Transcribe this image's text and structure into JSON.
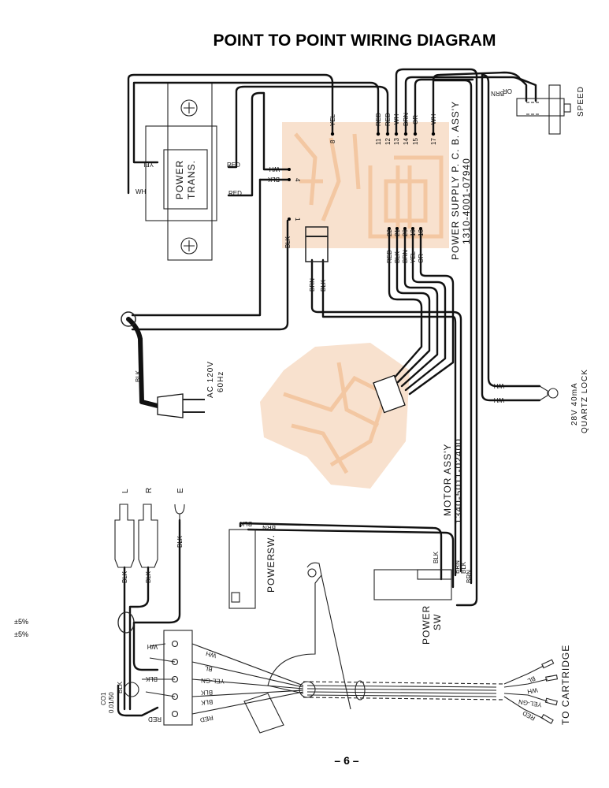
{
  "title": "POINT TO POINT WIRING DIAGRAM",
  "page_number": "– 6 –",
  "margin_notes": [
    "±5%",
    "±5%"
  ],
  "transformer": {
    "label1": "POWER",
    "label2": "TRANS.",
    "wires": [
      "YEL",
      "RED",
      "WH",
      "RED"
    ]
  },
  "pcb": {
    "name": "POWER SUPPLY  P. C. B.  ASS'Y",
    "part": "1310-4001-07940",
    "top_pins": [
      {
        "n": "8",
        "c": "YEL"
      },
      {
        "n": "11",
        "c": "RED"
      },
      {
        "n": "12",
        "c": "RED"
      },
      {
        "n": "13",
        "c": "WH"
      },
      {
        "n": "14",
        "c": "BRN"
      },
      {
        "n": "15",
        "c": "OR"
      },
      {
        "n": "17",
        "c": "WH"
      }
    ],
    "side_pins": [
      {
        "n": "4",
        "c": "BLK"
      },
      {
        "n": "",
        "c": "WH"
      },
      {
        "n": "1",
        "c": "BLK"
      }
    ],
    "bottom_pins": [
      {
        "n": "22",
        "c": "RED"
      },
      {
        "n": "21",
        "c": "BLK"
      },
      {
        "n": "20",
        "c": "BRN"
      },
      {
        "n": "19",
        "c": "YEL"
      },
      {
        "n": "18",
        "c": "OR"
      }
    ]
  },
  "capacitor_wires": [
    "BRN",
    "BLK"
  ],
  "speed": {
    "label": "SPEED",
    "wires": [
      "OR",
      "BRN"
    ]
  },
  "ac": {
    "label1": "AC 120V",
    "label2": "60Hz",
    "cord": "BLK"
  },
  "lamp": {
    "label1": "28V 40mA",
    "label2": "QUARTZ LOCK",
    "wires": [
      "WH",
      "WH"
    ]
  },
  "motor": {
    "label1": "MOTOR ASS'Y",
    "label2": "1340-5011-02400",
    "connector": [
      "OR",
      "YEL",
      "BRN",
      "BLK",
      "RED"
    ]
  },
  "jacks": {
    "L": "L",
    "R": "R",
    "E": "E",
    "wire": "BLK"
  },
  "power_sw_left": {
    "label1": "POWER",
    "label2": "SW.",
    "wires": [
      "BLK",
      "BRN"
    ]
  },
  "power_sw_right": {
    "label1": "POWER",
    "label2": "SW",
    "wires": [
      "BLK",
      "BRN",
      "BLK",
      "BRN"
    ]
  },
  "capacitor_co1": {
    "label1": "CO1",
    "label2": "0.01/50",
    "wire": "BLK"
  },
  "terminal_wires": [
    "WH",
    "BL",
    "YEL-GN",
    "BLK",
    "BLK",
    "RED"
  ],
  "strip_wires": [
    "WH",
    "BLK",
    "RED"
  ],
  "cartridge": {
    "label": "TO CARTRIDGE",
    "wires": [
      "BL",
      "WH",
      "YEL-GN",
      "RED"
    ]
  }
}
